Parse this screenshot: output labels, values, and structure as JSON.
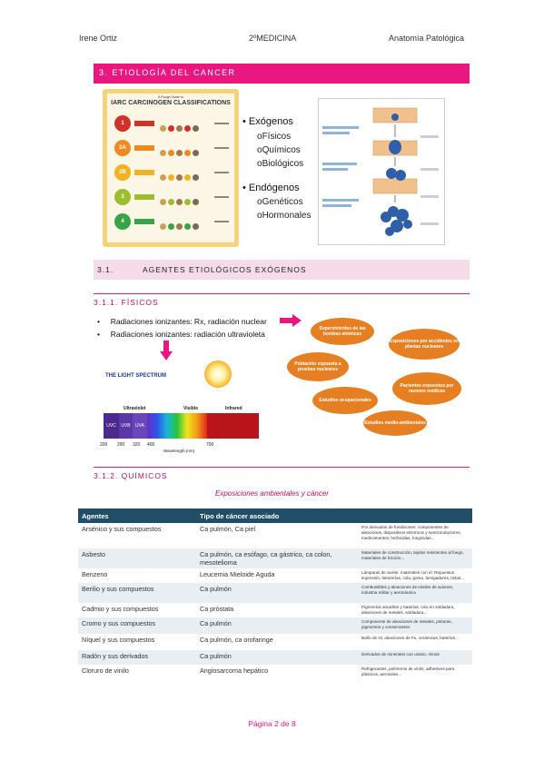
{
  "header": {
    "author": "Irene Ortiz",
    "course": "2ºMEDICINA",
    "subject": "Anatomía Patológica"
  },
  "section": {
    "title": "3.   ETIOLOGÍA DEL CANCER"
  },
  "iarc": {
    "subtitle": "A Rough Guide to",
    "title": "IARC CARCINOGEN CLASSIFICATIONS",
    "groups": [
      "1",
      "2A",
      "2B",
      "3",
      "4"
    ],
    "group_colors": [
      "#d0322b",
      "#ef8a23",
      "#f3b21f",
      "#9bbd2e",
      "#39a349"
    ]
  },
  "causes": {
    "exogenous": "Exógenos",
    "exogenous_items": [
      "Físicos",
      "Químicos",
      "Biológicos"
    ],
    "endogenous": "Endógenos",
    "endogenous_items": [
      "Genéticos",
      "Hormonales"
    ]
  },
  "subsection": {
    "number": "3.1.",
    "title": "AGENTES ETIOLÓGICOS EXÓGENOS"
  },
  "fisicos": {
    "heading": "3.1.1.   FÍSICOS",
    "bullets": [
      "Radiaciones ionizantes: Rx, radiación nuclear",
      "Radiaciones ionizantes: radiación ultravioleta"
    ]
  },
  "spectrum": {
    "title": "THE LIGHT SPECTRUM",
    "bands": [
      "Ultraviolet",
      "Visible",
      "Infrared"
    ],
    "uv": [
      "UVC",
      "UVB",
      "UVA"
    ],
    "ticks": [
      "200",
      "290",
      "320",
      "400",
      "700"
    ],
    "axis": "Wavelength (nm)"
  },
  "exposures": [
    "Supervivientes de las bombas atómicas",
    "Exposiciones por accidentes en plantas nucleares",
    "Población expuesta a pruebas nucleares",
    "Pacientes expuestos por razones médicas",
    "Estudios ocupacionales",
    "Estudios medio-ambientales"
  ],
  "quimicos": {
    "heading": "3.1.2.   QUÍMICOS",
    "caption": "Exposiciones ambientales y cáncer",
    "columns": [
      "Agentes",
      "Tipo de cáncer asociado",
      ""
    ],
    "rows": [
      [
        "Arsénico y sus compuestos",
        "Ca pulmón, Ca piel",
        "Por derivados de fundiciones: componentes de aleaciones, dispositivos eléctricos y semiconductores, medicamentos, herbicidas, fungicidas..."
      ],
      [
        "Asbesto",
        "Ca pulmón, ca esófago, ca gástrico, ca colon, mesotelioma",
        "Materiales de construcción, tejidos resistentes al fuego, materiales de fricción..."
      ],
      [
        "Benzeno",
        "Leucemia Mieloide Aguda",
        "Lámparas de aceite, materiales con él. Repuestos impresión, tintorerías, cola, goma, fumigadores, tintas..."
      ],
      [
        "Berilio y sus compuestos",
        "Ca pulmón",
        "Combustibles y aleaciones de misiles de aviones, industria militar y aeronáutica"
      ],
      [
        "Cadmio y sus compuestos",
        "Ca próstata",
        "Pigmentos amarillos y baterías. Uso en soldadura, aleaciones de metales, soldadura..."
      ],
      [
        "Cromo y sus compuestos",
        "Ca pulmón",
        "Componente de aleaciones de metales, pinturas, pigmentos y conservantes"
      ],
      [
        "Níquel y sus compuestos",
        "Ca pulmón, ca orofaringe",
        "Baño de Ni, aleaciones de Fe, cerámicas, baterías..."
      ],
      [
        "Radón y sus derivados",
        "Ca pulmón",
        "Derivados de minerales con uranio, minas"
      ],
      [
        "Cloruro de vinilo",
        "Angiosarcoma hepático",
        "Refrigerantes, polímeros de vinilo, adhesivos para plásticos, aerosoles..."
      ]
    ]
  },
  "footer": "Página 2 de 8"
}
